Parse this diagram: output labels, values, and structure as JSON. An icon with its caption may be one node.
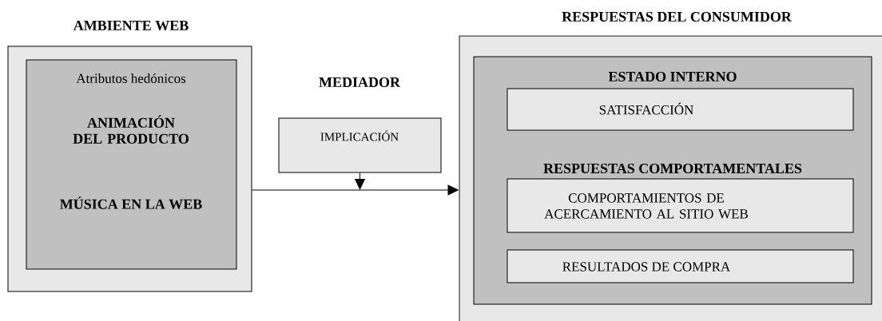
{
  "diagram": {
    "nodes": [
      {
        "text": [
          "AMBIENTE WEB"
        ]
      },
      {
        "text": [
          "Atributos hedónicos",
          "ANIMACIÓN DEL PRODUCTO",
          "MÚSICA EN LA WEB"
        ],
        "in": 0
      },
      {
        "text": [
          "MEDIADOR",
          "IMPLICACIÓN"
        ]
      },
      {
        "text": [
          "RESPUESTAS DEL CONSUMIDOR"
        ]
      },
      {
        "text": [
          "ESTADO INTERNO",
          "RESPUESTAS COMPORTAMENTALES"
        ],
        "in": 3
      },
      {
        "text": [
          "SATISFACCIÓN"
        ],
        "in": 4
      },
      {
        "text": [
          "COMPORTAMIENTOS DE ACERCAMIENTO AL SITIO WEB"
        ],
        "in": 4
      },
      {
        "text": [
          "RESULTADOS DE COMPRA"
        ],
        "in": 4
      }
    ],
    "edges": [
      {
        "from": 0,
        "to": 3,
        "arrow": "to"
      },
      {
        "from": 2,
        "to": null,
        "arrow": "to"
      }
    ]
  }
}
